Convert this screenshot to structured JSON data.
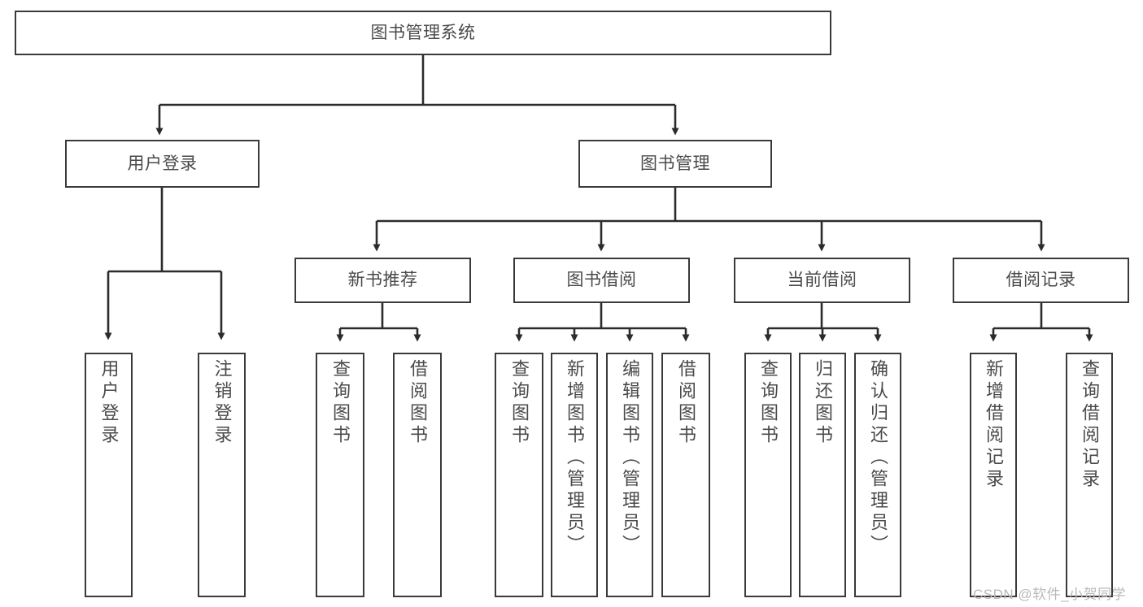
{
  "diagram": {
    "title_node": {
      "label": "图书管理系统"
    },
    "style": {
      "border_color": "#3a3a3a",
      "text_color": "#4a4a4a",
      "background": "#ffffff",
      "line_color": "#2b2b2b"
    },
    "levels": {
      "level1": [
        {
          "id": "root",
          "label": "图书管理系统"
        }
      ],
      "level2": [
        {
          "id": "user-login",
          "label": "用户登录"
        },
        {
          "id": "book-manage",
          "label": "图书管理"
        }
      ],
      "level3": [
        {
          "id": "new-book-rec",
          "label": "新书推荐",
          "parent": "book-manage"
        },
        {
          "id": "book-borrow",
          "label": "图书借阅",
          "parent": "book-manage"
        },
        {
          "id": "current-borrow",
          "label": "当前借阅",
          "parent": "book-manage"
        },
        {
          "id": "borrow-record",
          "label": "借阅记录",
          "parent": "book-manage"
        }
      ],
      "level4": [
        {
          "id": "leaf-user-login",
          "label": "用户登录",
          "parent": "user-login"
        },
        {
          "id": "leaf-logout",
          "label": "注销登录",
          "parent": "user-login"
        },
        {
          "id": "leaf-query-book-1",
          "label": "查询图书",
          "parent": "new-book-rec"
        },
        {
          "id": "leaf-borrow-book-1",
          "label": "借阅图书",
          "parent": "new-book-rec"
        },
        {
          "id": "leaf-query-book-2",
          "label": "查询图书",
          "parent": "book-borrow"
        },
        {
          "id": "leaf-add-book",
          "label": "新增图书（管理员）",
          "parent": "book-borrow"
        },
        {
          "id": "leaf-edit-book",
          "label": "编辑图书（管理员）",
          "parent": "book-borrow"
        },
        {
          "id": "leaf-borrow-book-2",
          "label": "借阅图书",
          "parent": "book-borrow"
        },
        {
          "id": "leaf-query-book-3",
          "label": "查询图书",
          "parent": "current-borrow"
        },
        {
          "id": "leaf-return-book",
          "label": "归还图书",
          "parent": "current-borrow"
        },
        {
          "id": "leaf-confirm-return",
          "label": "确认归还（管理员）",
          "parent": "current-borrow"
        },
        {
          "id": "leaf-add-record",
          "label": "新增借阅记录",
          "parent": "borrow-record"
        },
        {
          "id": "leaf-query-record",
          "label": "查询借阅记录",
          "parent": "borrow-record"
        }
      ]
    }
  },
  "watermark": {
    "text": "CSDN @软件_小贺同学"
  }
}
